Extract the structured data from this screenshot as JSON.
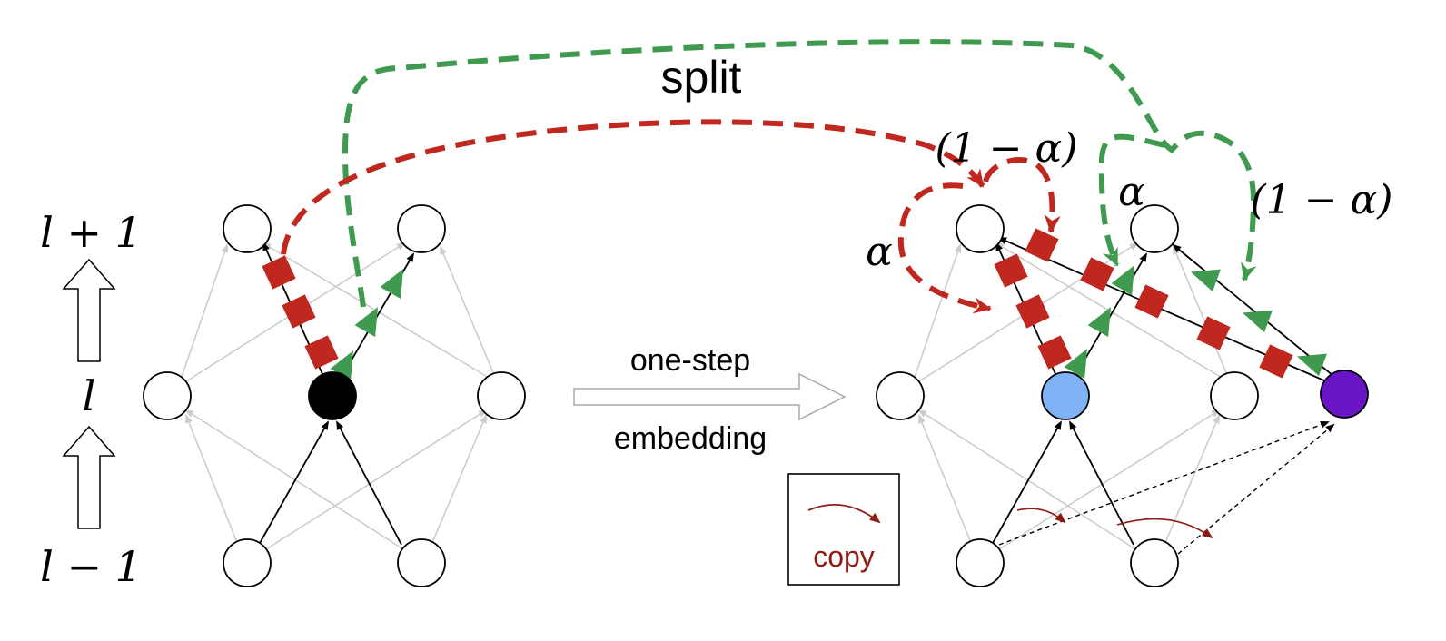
{
  "layers": {
    "upper": "l + 1",
    "middle": "l",
    "lower": "l − 1"
  },
  "labels": {
    "split": "split",
    "one_step": "one-step",
    "embedding": "embedding",
    "copy": "copy",
    "one_minus_alpha_left": "(1 − α)",
    "one_minus_alpha_right": "(1 − α)",
    "alpha_left": "α",
    "alpha_right": "α"
  },
  "colors": {
    "red_path": "#c0281f",
    "green_path": "#3f9a4f",
    "node_black": "#000000",
    "node_blue": "#7fb2f5",
    "node_purple": "#6a14c8",
    "copy_arrow": "#8f1b12",
    "light_edge": "#cccccc"
  }
}
